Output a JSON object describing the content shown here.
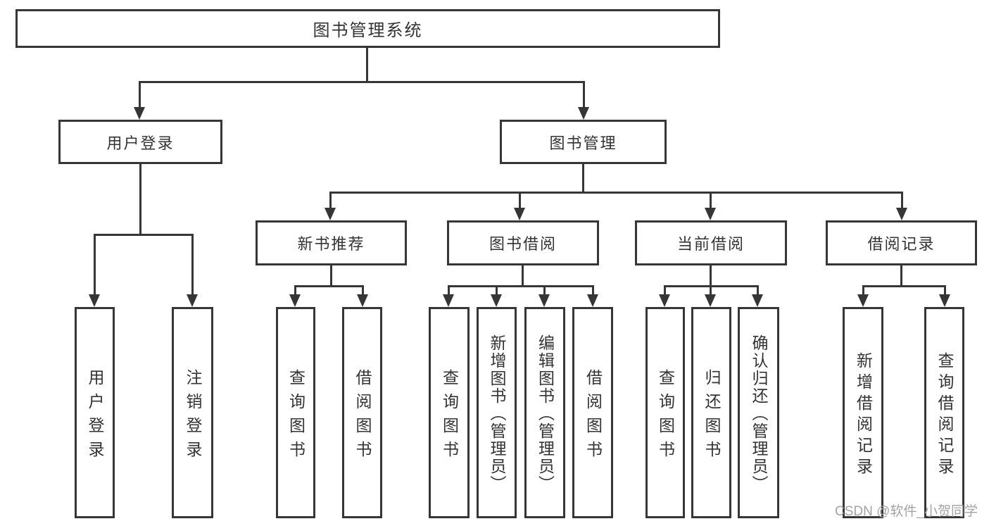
{
  "diagram": {
    "type": "hierarchy-tree",
    "levels": 4,
    "colors": {
      "line": "#363636",
      "box_border": "#363636",
      "box_fill": "#ffffff",
      "text": "#333333",
      "watermark": "#a3a3a3"
    }
  },
  "nodes": {
    "root": "图书管理系统",
    "user_login": "用户登录",
    "book_management": "图书管理",
    "new_book_recommend": "新书推荐",
    "book_borrowing": "图书借阅",
    "current_borrowing": "当前借阅",
    "borrowing_records": "借阅记录",
    "leaf_user_login": "用户登录",
    "leaf_logout": "注销登录",
    "leaf_nbr_query_books": "查询图书",
    "leaf_nbr_borrow_books": "借阅图书",
    "leaf_bb_query_books": "查询图书",
    "leaf_bb_add_books": "新增图书（管理员）",
    "leaf_bb_edit_books": "编辑图书（管理员）",
    "leaf_bb_borrow_books": "借阅图书",
    "leaf_cb_query_books": "查询图书",
    "leaf_cb_return_books": "归还图书",
    "leaf_cb_confirm_return": "确认归还（管理员）",
    "leaf_br_add_record": "新增借阅记录",
    "leaf_br_query_record": "查询借阅记录"
  },
  "watermark": "CSDN @软件_小贺同学"
}
